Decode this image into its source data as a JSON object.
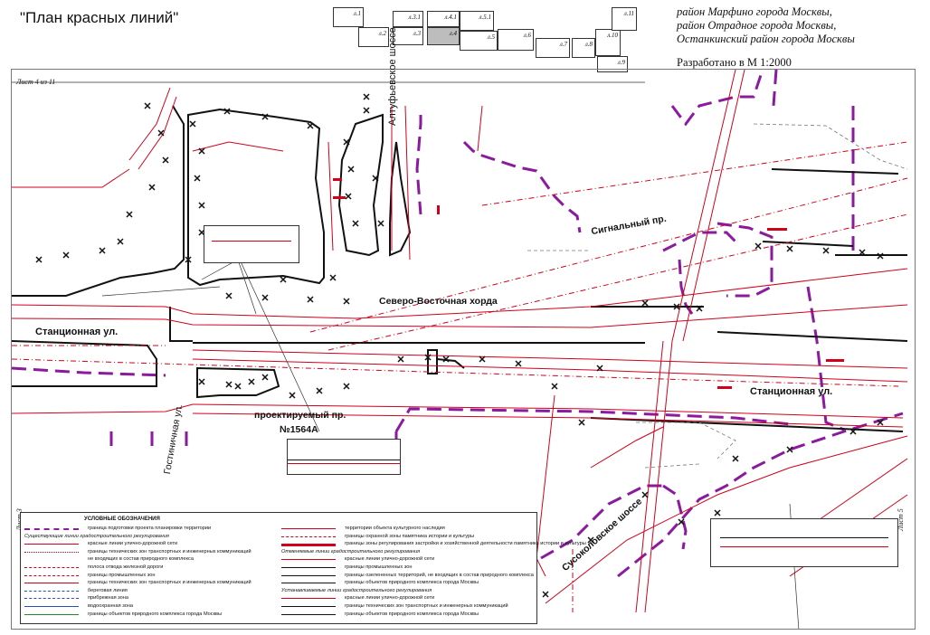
{
  "title": "\"План красных линий\"",
  "district_lines": [
    "район Марфино города Москвы,",
    "район Отрадное города Москвы,",
    "Останкинский район города Москвы"
  ],
  "scale": "Разработано в М 1:2000",
  "sheet_info": "Лист 4 из 11",
  "sheets": [
    {
      "label": "л.1",
      "current": false
    },
    {
      "label": "л.2",
      "current": false
    },
    {
      "label": "л.3.1",
      "current": false
    },
    {
      "label": "л.3",
      "current": false
    },
    {
      "label": "л.4.1",
      "current": false
    },
    {
      "label": "л.4",
      "current": true
    },
    {
      "label": "л.5.1",
      "current": false
    },
    {
      "label": "л.5",
      "current": false
    },
    {
      "label": "л.6",
      "current": false
    },
    {
      "label": "л.7",
      "current": false
    },
    {
      "label": "л.8",
      "current": false
    },
    {
      "label": "л.10",
      "current": false
    },
    {
      "label": "л.11",
      "current": false
    },
    {
      "label": "л.9",
      "current": false
    }
  ],
  "streets": {
    "altufievskoe": "Алтуфьевское шоссе",
    "signalny": "Сигнальный пр.",
    "severo_vostochnaya": "Северо-Восточная хорда",
    "stantsionnaya_left": "Станционная ул.",
    "stantsionnaya_right": "Станционная ул.",
    "proektiruemy": "проектируемый пр.",
    "proektiruemy_num": "№1564А",
    "gostinichnaya": "Гостиничная ул.",
    "susokolovskoe": "Сусоколовское шоссе"
  },
  "side_labels": {
    "left": "Лист 3",
    "right": "Лист 5"
  },
  "legend": {
    "heading": "УСЛОВНЫЕ ОБОЗНАЧЕНИЯ",
    "col1": [
      {
        "text": "граница подготовки проекта планировки территории",
        "style": "purple-dash"
      },
      {
        "text": "Существующие линии градостроительного регулирования",
        "style": "section"
      },
      {
        "text": "красные линии улично-дорожной сети",
        "style": "red-solid"
      },
      {
        "text": "границы технических зон транспортных и инженерных коммуникаций",
        "style": "red-dot"
      },
      {
        "text": "не входящих в состав природного комплекса",
        "style": "none"
      },
      {
        "text": "полоса отвода железной дороги",
        "style": "red-dashdot"
      },
      {
        "text": "границы промышленных зон",
        "style": "red-dash"
      },
      {
        "text": "границы технических зон транспортных и инженерных коммуникаций",
        "style": "red-tick"
      },
      {
        "text": "береговая линия",
        "style": "blue-dash"
      },
      {
        "text": "прибрежная зона",
        "style": "blue-long"
      },
      {
        "text": "водоохранная зона",
        "style": "blue-solid"
      },
      {
        "text": "границы объектов природного комплекса города Москвы",
        "style": "green-arrow"
      }
    ],
    "col2": [
      {
        "text": "территории объекта культурного наследия",
        "style": "red-tick"
      },
      {
        "text": "границы охранной зоны памятника истории и культуры",
        "style": "red-dash"
      },
      {
        "text": "границы зоны регулирования застройки и хозяйственной деятельности памятника истории и культуры",
        "style": "red-thick"
      },
      {
        "text": "Отменяемые линии градостроительного регулирования",
        "style": "section"
      },
      {
        "text": "красные линии улично-дорожной сети",
        "style": "red-x"
      },
      {
        "text": "границы промышленных зон",
        "style": "black-x"
      },
      {
        "text": "границы озелененных территорий, не входящих в состав природного комплекса",
        "style": "black-x"
      },
      {
        "text": "границы объектов природного комплекса города Москвы",
        "style": "black-xx"
      },
      {
        "text": "Устанавливаемые линии градостроительного регулирования",
        "style": "section"
      },
      {
        "text": "красные линии улично-дорожной сети",
        "style": "red-solid"
      },
      {
        "text": "границы технических зон транспортных и инженерных коммуникаций",
        "style": "black-solid"
      },
      {
        "text": "границы объектов природного комплекса города Москвы",
        "style": "black-arrow"
      }
    ]
  },
  "colors": {
    "red": "#d0021b",
    "purple": "#8a1a9e",
    "black": "#111111",
    "blue": "#2a4fb5",
    "green": "#1c8a2a"
  }
}
